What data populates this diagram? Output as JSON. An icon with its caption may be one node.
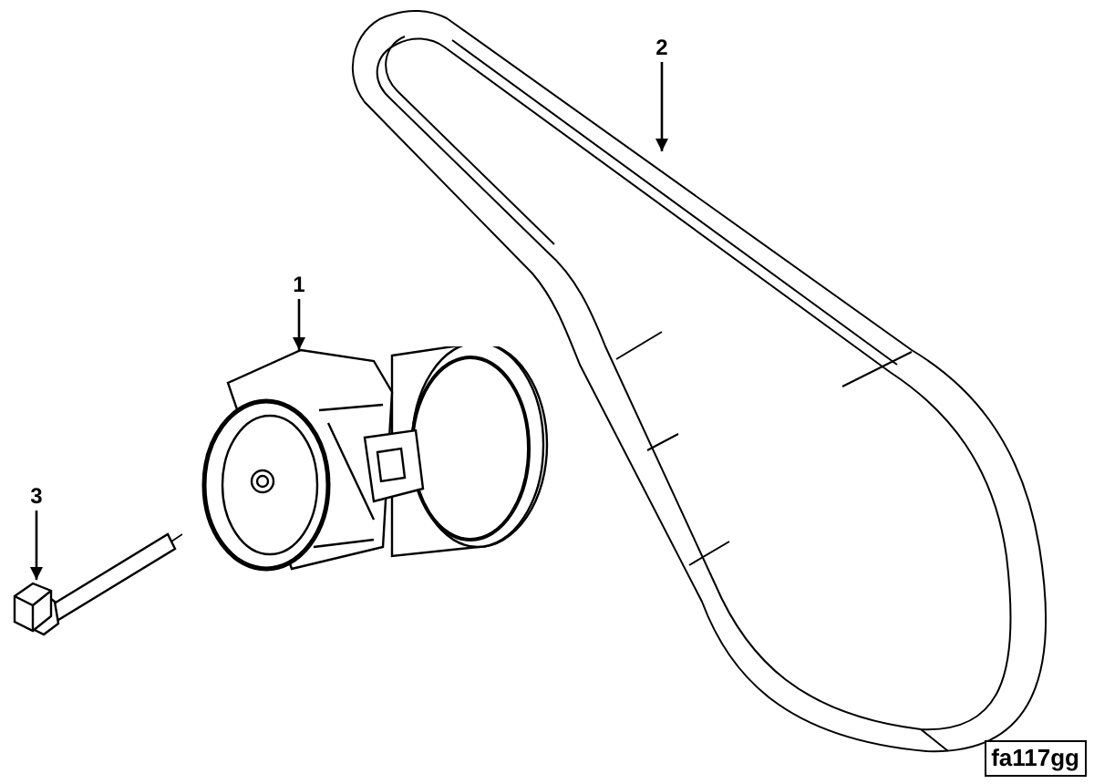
{
  "diagram": {
    "nodes": [
      {
        "text": [
          "1"
        ]
      },
      {
        "text": [],
        "shape": "picture"
      },
      {
        "text": [
          "2"
        ]
      },
      {
        "text": [],
        "shape": "picture"
      },
      {
        "text": [
          "3"
        ]
      },
      {
        "text": [],
        "shape": "picture"
      }
    ],
    "edges": [
      {
        "from": 0,
        "to": 1,
        "arrow": "to"
      },
      {
        "from": 2,
        "to": 3,
        "arrow": "to"
      },
      {
        "from": 4,
        "to": 5,
        "arrow": "to"
      }
    ],
    "labels": [
      "fa117gg"
    ]
  }
}
